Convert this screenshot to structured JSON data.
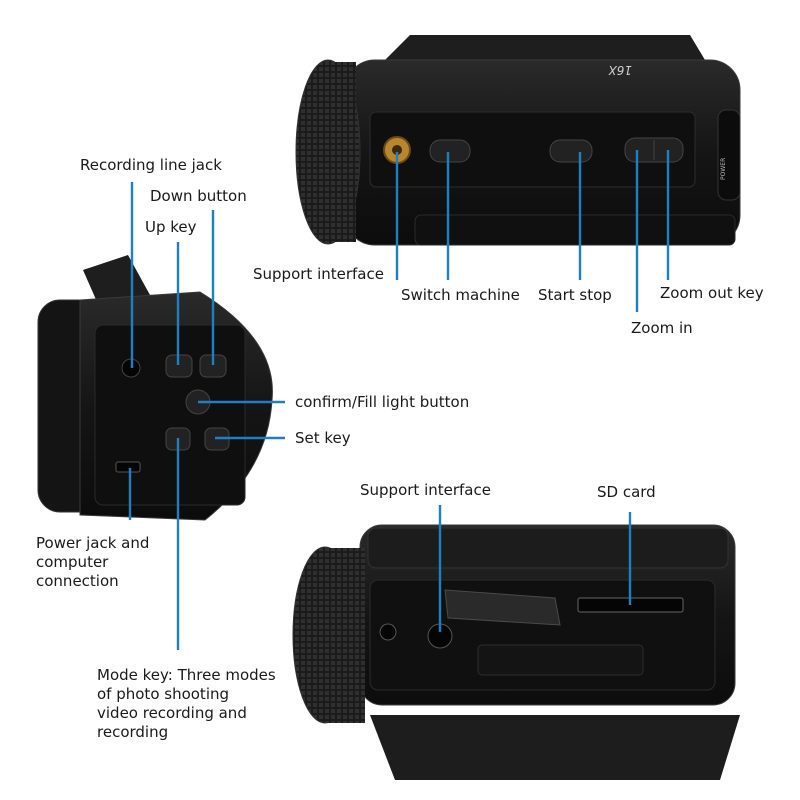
{
  "labels": {
    "recording_line_jack": "Recording line jack",
    "down_button": "Down button",
    "up_key": "Up key",
    "support_interface_top": "Support interface",
    "switch_machine": "Switch machine",
    "start_stop": "Start stop",
    "zoom_out_key": "Zoom out key",
    "zoom_in": "Zoom in",
    "confirm_fill_light": "confirm/Fill light button",
    "set_key": "Set key",
    "power_jack_lines": [
      "Power jack and",
      "computer",
      "connection"
    ],
    "support_interface_bottom": "Support interface",
    "sd_card": "SD card",
    "mode_key_lines": [
      "Mode key: Three modes",
      "of photo shooting",
      "video recording and",
      "recording"
    ]
  },
  "camera_text": {
    "zoom_badge": "16X",
    "power_label": "POWER"
  },
  "colors": {
    "callout_line": "#1f7fc4",
    "body": "#141414",
    "body_edge": "#3a3a3a",
    "text": "#1a1a1a"
  }
}
